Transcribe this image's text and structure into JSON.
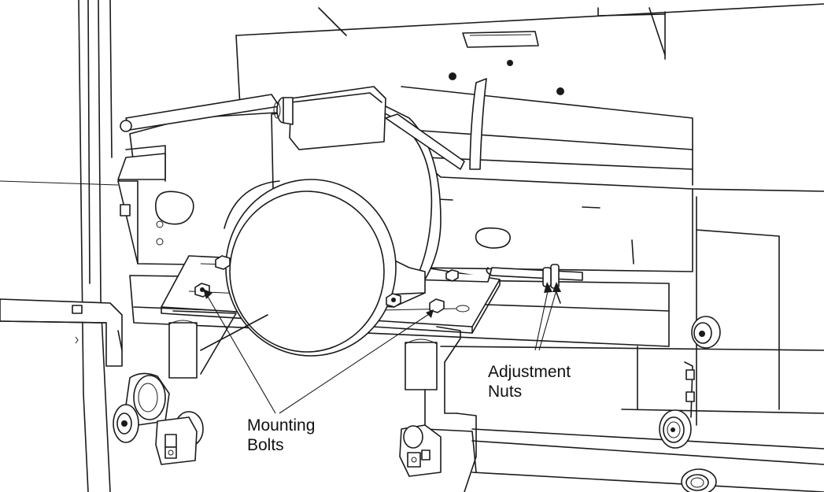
{
  "labels": {
    "mounting_bolts": {
      "line1": "Mounting",
      "line2": "Bolts"
    },
    "adjustment_nuts": {
      "line1": "Adjustment",
      "line2": "Nuts"
    }
  },
  "colors": {
    "line": "#1a1a1a",
    "background": "#ffffff"
  }
}
